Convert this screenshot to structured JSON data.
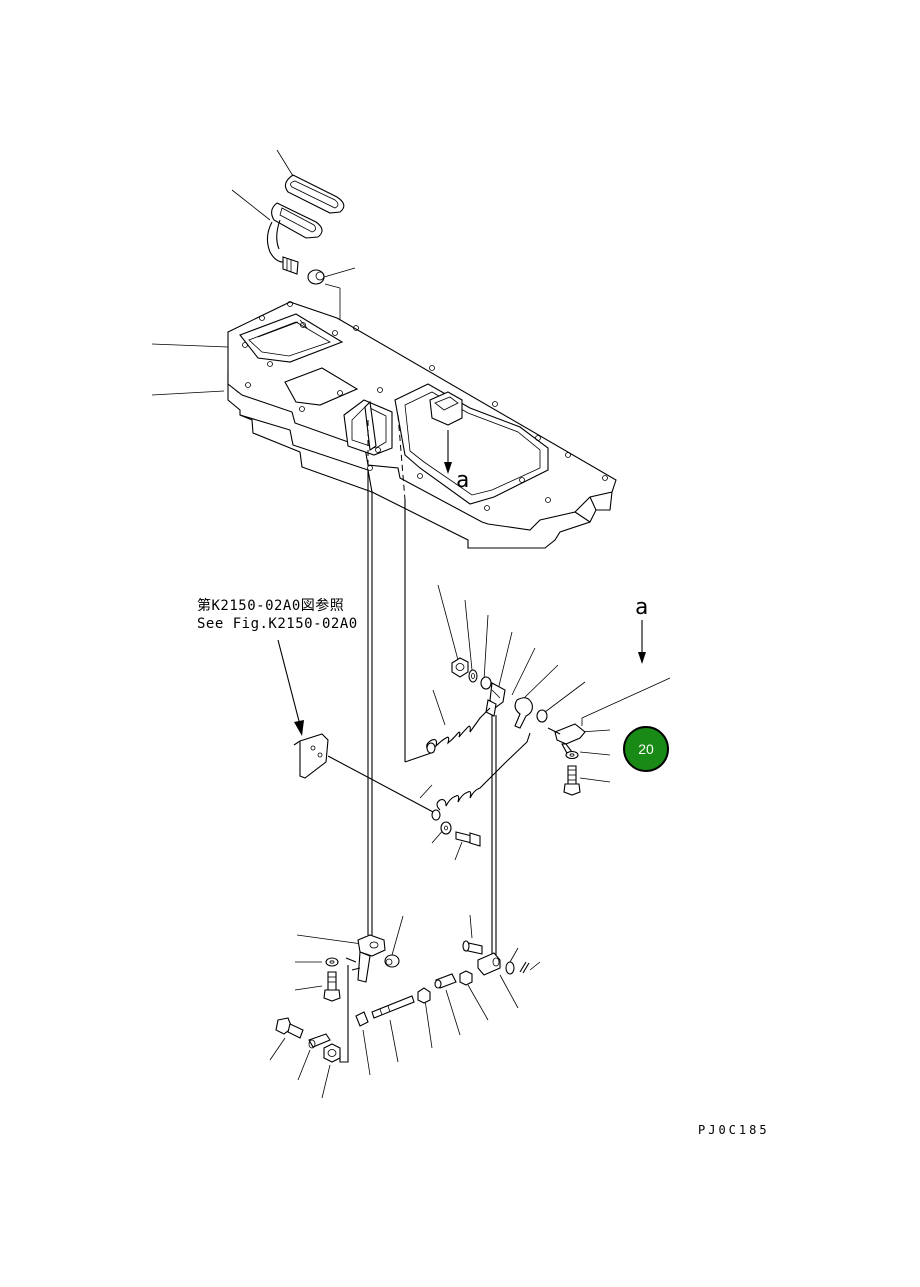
{
  "reference": {
    "jp": "第K2150-02A0図参照",
    "en": "See Fig.K2150-02A0"
  },
  "view_markers": [
    "a",
    "a"
  ],
  "drawing_code": "PJ0C185",
  "callout": {
    "number": "20",
    "fill_color": "#1a8a16",
    "border_color": "#000000",
    "text_color": "#ffffff"
  },
  "colors": {
    "line": "#000000",
    "background": "#ffffff"
  }
}
